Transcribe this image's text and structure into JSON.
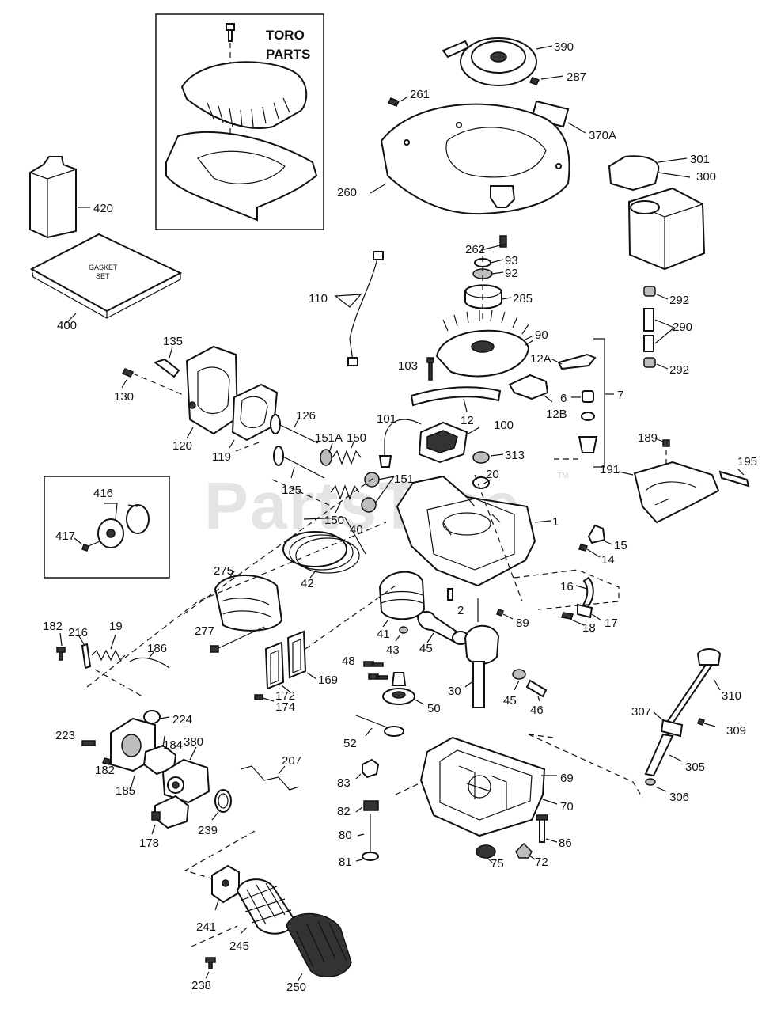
{
  "inset": {
    "title_line1": "TORO",
    "title_line2": "PARTS"
  },
  "gasket_set_label_line1": "GASKET",
  "gasket_set_label_line2": "SET",
  "watermark": {
    "text": "PartsTree",
    "tm": "TM"
  },
  "callouts": {
    "c390": "390",
    "c287": "287",
    "c261": "261",
    "c370a": "370A",
    "c260": "260",
    "c301": "301",
    "c300": "300",
    "c420": "420",
    "c400": "400",
    "c262": "262",
    "c93": "93",
    "c92": "92",
    "c285": "285",
    "c110": "110",
    "c292a": "292",
    "c290": "290",
    "c292b": "292",
    "c135": "135",
    "c90": "90",
    "c103": "103",
    "c12a": "12A",
    "c130": "130",
    "c6": "6",
    "c7": "7",
    "c12": "12",
    "c12b": "12B",
    "c120": "120",
    "c126": "126",
    "c101": "101",
    "c100": "100",
    "c151a": "151A",
    "c150a": "150",
    "c119": "119",
    "c189": "189",
    "c195": "195",
    "c191": "191",
    "c313": "313",
    "c20": "20",
    "c125": "125",
    "c151": "151",
    "c416": "416",
    "c417": "417",
    "c150b": "150",
    "c40": "40",
    "c1": "1",
    "c15": "15",
    "c14": "14",
    "c275": "275",
    "c42": "42",
    "c16": "16",
    "c2": "2",
    "c89": "89",
    "c18": "18",
    "c17": "17",
    "c41": "41",
    "c277": "277",
    "c43": "43",
    "c45a": "45",
    "c182a": "182",
    "c216": "216",
    "c19": "19",
    "c186": "186",
    "c48": "48",
    "c310": "310",
    "c169": "169",
    "c30": "30",
    "c45b": "45",
    "c172": "172",
    "c174": "174",
    "c50": "50",
    "c46": "46",
    "c307": "307",
    "c309": "309",
    "c224": "224",
    "c223": "223",
    "c52": "52",
    "c184": "184",
    "c380": "380",
    "c305": "305",
    "c207": "207",
    "c182b": "182",
    "c83": "83",
    "c69": "69",
    "c306": "306",
    "c185": "185",
    "c70": "70",
    "c82": "82",
    "c178": "178",
    "c239": "239",
    "c80": "80",
    "c86": "86",
    "c81": "81",
    "c75": "75",
    "c72": "72",
    "c241": "241",
    "c245": "245",
    "c238": "238",
    "c250": "250"
  }
}
